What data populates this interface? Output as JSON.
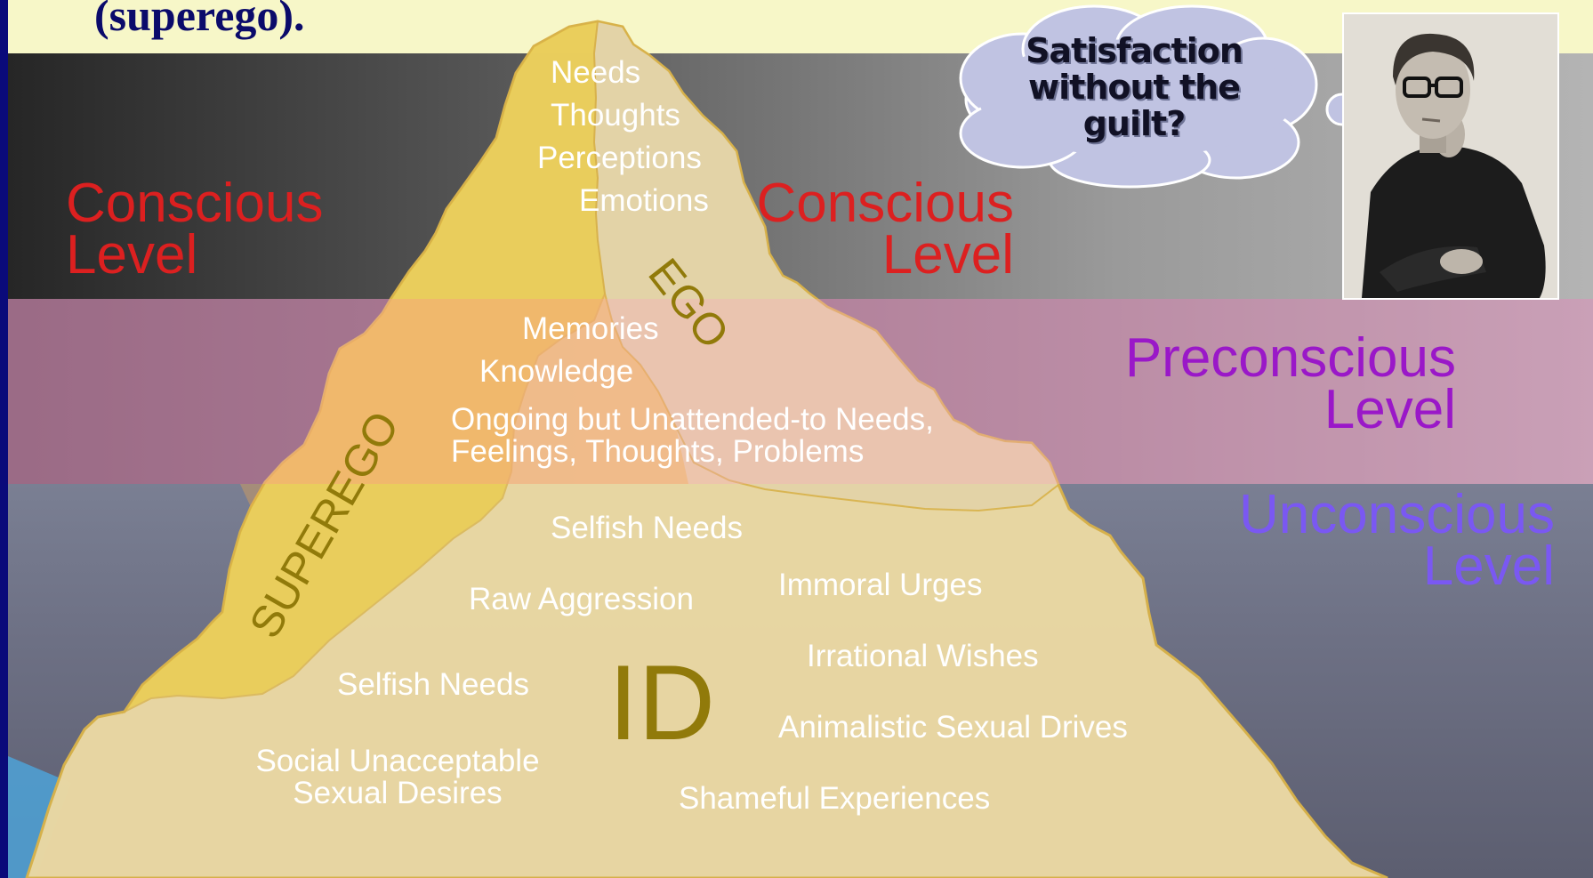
{
  "slide": {
    "title_fragment": "(superego).",
    "levels": {
      "conscious_left": [
        "Conscious",
        "Level"
      ],
      "conscious_right": [
        "Conscious",
        "Level"
      ],
      "preconscious": [
        "Preconscious",
        "Level"
      ],
      "unconscious": [
        "Unconscious",
        "Level"
      ]
    },
    "structures": {
      "ego": "EGO",
      "superego": "SUPEREGO",
      "id": "ID"
    },
    "conscious_contents": [
      "Needs",
      "Thoughts",
      "Perceptions",
      "Emotions"
    ],
    "preconscious_contents": {
      "memories": "Memories",
      "knowledge": "Knowledge",
      "ongoing": [
        "Ongoing but Unattended-to Needs,",
        "Feelings, Thoughts, Problems"
      ]
    },
    "unconscious_contents": {
      "selfish_needs_top": "Selfish Needs",
      "raw_aggression": "Raw Aggression",
      "immoral_urges": "Immoral Urges",
      "irrational_wishes": "Irrational Wishes",
      "selfish_needs_left": "Selfish Needs",
      "animalistic": "Animalistic Sexual Drives",
      "social_unacceptable": [
        "Social Unacceptable",
        "Sexual Desires"
      ],
      "shameful": "Shameful Experiences"
    },
    "thought_bubble": [
      "Satisfaction",
      "without the",
      "guilt?"
    ]
  },
  "colors": {
    "title": "#0b0b6b",
    "conscious_label": "#dc2020",
    "preconscious_label": "#9a18c8",
    "unconscious_label": "#7a58f2",
    "structure_label": "#917a0a",
    "iceberg_fill": "#ead8a3",
    "superego_fill": "#eacb45",
    "ego_fill": "#e3d3a8"
  },
  "icons": {
    "portrait": "man-thinking-photo-icon"
  }
}
